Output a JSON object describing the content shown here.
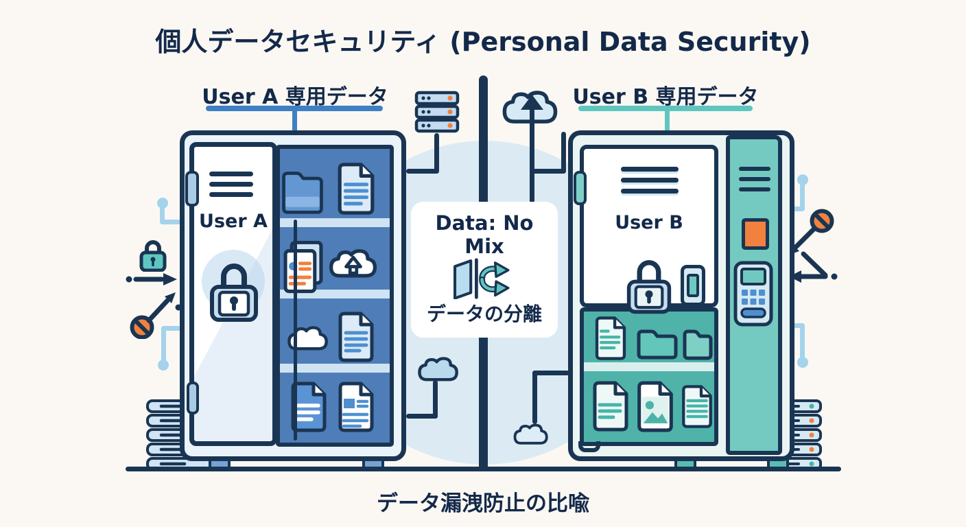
{
  "title": "個人データセキュリティ (Personal Data Security)",
  "caption": "データ漏洩防止の比喩",
  "left_section": {
    "header": "User A 専用データ",
    "door_label": "User A",
    "accent_color": "#3f7fc4"
  },
  "right_section": {
    "header": "User B 専用データ",
    "door_label": "User B",
    "accent_color": "#5fc6bf"
  },
  "center_panel": {
    "title": "Data: No Mix",
    "subtitle": "データの分離"
  },
  "colors": {
    "outline_navy": "#1a3553",
    "text_navy": "#13294a",
    "background": "#fbf8f3",
    "backdrop_circle": "#dcebf3",
    "user_a_blue": "#3f7fc4",
    "user_b_teal": "#5fc6bf",
    "locker_a_interior": "#4f7db8",
    "locker_b_interior": "#4fb3a9",
    "alert_orange": "#f0813f",
    "circuit_light_blue": "#a5d2ec"
  },
  "icons": {
    "top_center": [
      "server-stack",
      "cloud-upload"
    ],
    "bottom_center": [
      "cloud",
      "cloud"
    ],
    "left_of_locker_a": [
      "circuit-node",
      "lock-badge",
      "arrow-right",
      "no-entry",
      "arrow-up-right",
      "circuit-node"
    ],
    "right_of_locker_b": [
      "circuit-node",
      "no-entry",
      "arrow-down-left",
      "arrow-left",
      "circuit-node"
    ],
    "locker_a_contents": [
      "folder",
      "document",
      "id-card",
      "cloud-upload",
      "cloud",
      "document",
      "document-filled",
      "report-document"
    ],
    "locker_a_door": [
      "vents",
      "padlock",
      "handle"
    ],
    "locker_b_contents": [
      "document",
      "folder",
      "folder",
      "document",
      "image-document",
      "document"
    ],
    "locker_b_door": [
      "vents",
      "padlock",
      "handle",
      "phone"
    ],
    "locker_b_side_panel": [
      "vents",
      "orange-button",
      "keypad"
    ],
    "bottom_corners": [
      "disk-stack",
      "disk-stack"
    ],
    "center_icon": "data-separation-door-with-arrows"
  }
}
